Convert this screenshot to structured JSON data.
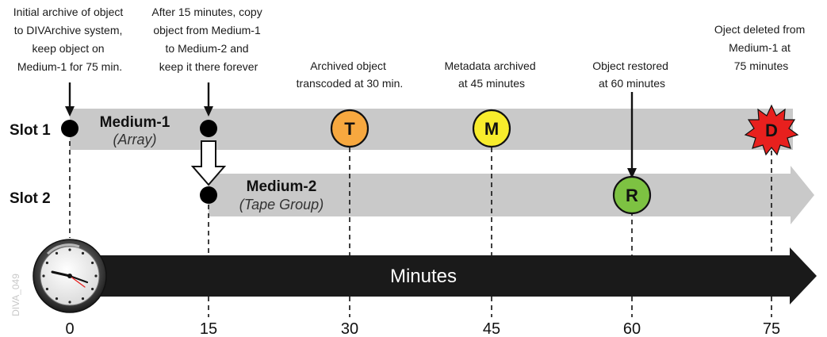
{
  "annotations": {
    "initial": [
      "Initial archive of object",
      "to DIVArchive system,",
      "keep object on",
      "Medium-1 for 75 min."
    ],
    "copy": [
      "After 15 minutes, copy",
      "object from Medium-1",
      "to Medium-2 and",
      "keep it there forever"
    ],
    "transcode": [
      "Archived object",
      "transcoded at 30 min."
    ],
    "metadata": [
      "Metadata archived",
      "at 45 minutes"
    ],
    "restore": [
      "Object restored",
      "at 60 minutes"
    ],
    "delete": [
      "Oject deleted from",
      "Medium-1 at",
      "75 minutes"
    ]
  },
  "slots": {
    "slot1": "Slot 1",
    "slot2": "Slot 2"
  },
  "medium1": {
    "title": "Medium-1",
    "subtitle": "(Array)"
  },
  "medium2": {
    "title": "Medium-2",
    "subtitle": "(Tape Group)"
  },
  "axis": {
    "label": "Minutes",
    "ticks": [
      "0",
      "15",
      "30",
      "45",
      "60",
      "75"
    ]
  },
  "events": {
    "transcode": {
      "letter": "T",
      "color": "#f7a83f"
    },
    "metadata": {
      "letter": "M",
      "color": "#f8ec2c"
    },
    "restore": {
      "letter": "R",
      "color": "#7dc242"
    },
    "delete": {
      "letter": "D",
      "color": "#e8201e"
    }
  },
  "watermark": "DIVA_049",
  "icons": {
    "clock": "clock-icon"
  }
}
